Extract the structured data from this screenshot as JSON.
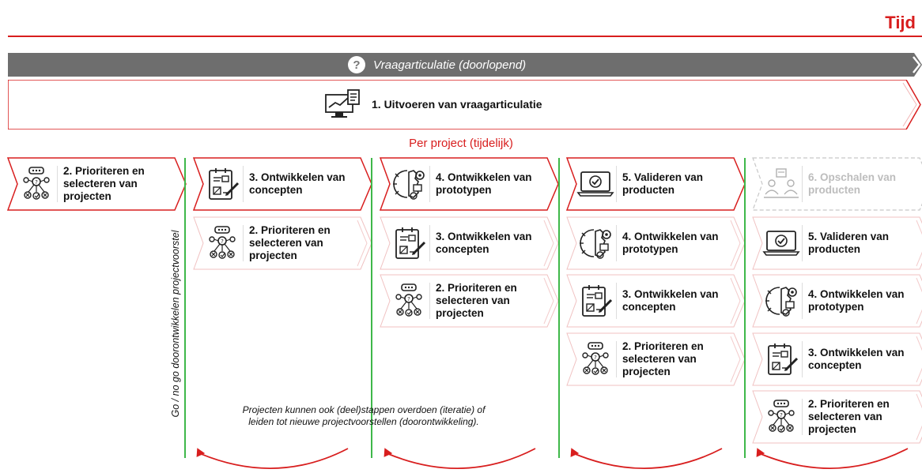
{
  "header": {
    "time_label": "Tijd"
  },
  "gray_bar": {
    "label": "Vraagarticulatie (doorlopend)",
    "icon": "question-icon",
    "color": "#6e6e6e"
  },
  "stage1": {
    "label": "1. Uitvoeren van vraagarticulatie",
    "icon": "analytics-screen-icon"
  },
  "per_project": {
    "label": "Per project (tijdelijk)"
  },
  "vertical_label": "Go / no go doorontwikkelen projectvoorstel",
  "note": {
    "line1": "Projecten kunnen ook (deel)stappen overdoen (iteratie) of",
    "line2": "leiden tot nieuwe projectvoorstellen (doorontwikkeling)."
  },
  "colors": {
    "accent": "#d81e1e",
    "divider": "#3fb84a",
    "faded": "#bdbdbd"
  },
  "columns": [
    {
      "cards": [
        {
          "line1": "2. Prioriteren en",
          "line2": "selecteren van",
          "line3": "projecten",
          "icon": "prioritize-icon",
          "style": "active"
        }
      ]
    },
    {
      "cards": [
        {
          "line1": "3. Ontwikkelen van",
          "line2": "concepten",
          "line3": "",
          "icon": "concept-icon",
          "style": "active"
        },
        {
          "line1": "2. Prioriteren en",
          "line2": "selecteren van",
          "line3": "projecten",
          "icon": "prioritize-icon",
          "style": "past"
        }
      ]
    },
    {
      "cards": [
        {
          "line1": "4. Ontwikkelen van",
          "line2": "prototypen",
          "line3": "",
          "icon": "prototype-icon",
          "style": "active"
        },
        {
          "line1": "3. Ontwikkelen van",
          "line2": "concepten",
          "line3": "",
          "icon": "concept-icon",
          "style": "past"
        },
        {
          "line1": "2. Prioriteren en",
          "line2": "selecteren van",
          "line3": "projecten",
          "icon": "prioritize-icon",
          "style": "past"
        }
      ]
    },
    {
      "cards": [
        {
          "line1": "5. Valideren van",
          "line2": "producten",
          "line3": "",
          "icon": "validate-icon",
          "style": "active"
        },
        {
          "line1": "4. Ontwikkelen van",
          "line2": "prototypen",
          "line3": "",
          "icon": "prototype-icon",
          "style": "past"
        },
        {
          "line1": "3. Ontwikkelen van",
          "line2": "concepten",
          "line3": "",
          "icon": "concept-icon",
          "style": "past"
        },
        {
          "line1": "2. Prioriteren en",
          "line2": "selecteren van",
          "line3": "projecten",
          "icon": "prioritize-icon",
          "style": "past"
        }
      ]
    },
    {
      "cards": [
        {
          "line1": "6. Opschalen van",
          "line2": "producten",
          "line3": "",
          "icon": "scale-icon",
          "style": "faded"
        },
        {
          "line1": "5. Valideren van",
          "line2": "producten",
          "line3": "",
          "icon": "validate-icon",
          "style": "past"
        },
        {
          "line1": "4. Ontwikkelen van",
          "line2": "prototypen",
          "line3": "",
          "icon": "prototype-icon",
          "style": "past"
        },
        {
          "line1": "3. Ontwikkelen van",
          "line2": "concepten",
          "line3": "",
          "icon": "concept-icon",
          "style": "past"
        },
        {
          "line1": "2. Prioriteren en",
          "line2": "selecteren van",
          "line3": "projecten",
          "icon": "prioritize-icon",
          "style": "past"
        }
      ]
    }
  ]
}
